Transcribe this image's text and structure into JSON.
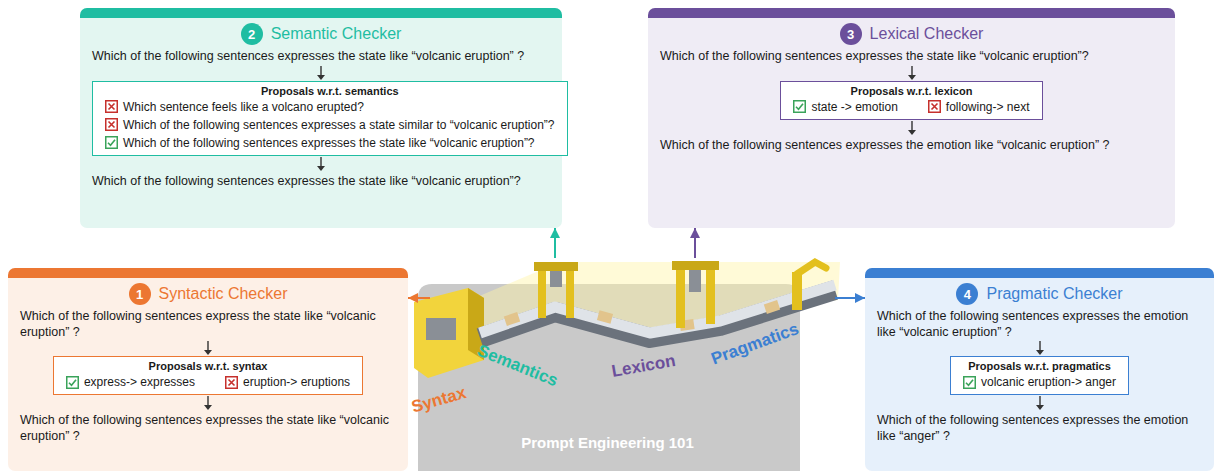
{
  "diagram": {
    "nodes": [
      {
        "text": [
          "Syntactic Checker",
          "Which of the following sentences express the state like “volcanic eruption” ?",
          "Which of the following sentences expresses the state like “volcanic eruption” ?"
        ]
      },
      {
        "text": [
          "1"
        ],
        "in": 0
      },
      {
        "text": [
          "Proposals w.r.t. syntax",
          "express-> expresses",
          "eruption-> eruptions"
        ],
        "in": 0
      },
      {
        "text": [
          "Semantic Checker",
          "Which of the following sentences expresses the state like “volcanic eruption” ?",
          "Which of the following sentences expresses the state like “volcanic eruption”?"
        ]
      },
      {
        "text": [
          "2"
        ],
        "in": 3
      },
      {
        "text": [
          "Proposals w.r.t. semantics",
          "Which sentence feels like a volcano erupted?",
          "Which of the following sentences expresses a state similar to “volcanic eruption”?",
          "Which of the following sentences expresses the state like “volcanic eruption”?"
        ],
        "in": 3
      },
      {
        "text": [
          "Lexical Checker",
          "Which of the following sentences expresses the state like “volcanic eruption”?",
          "Which of the following sentences expresses the emotion like “volcanic eruption” ?"
        ]
      },
      {
        "text": [
          "3"
        ],
        "in": 6
      },
      {
        "text": [
          "Proposals w.r.t. lexicon",
          "state -> emotion",
          "following-> next"
        ],
        "in": 6
      },
      {
        "text": [
          "Pragmatic Checker",
          "Which of the following sentences expresses the emotion like “volcanic eruption” ?",
          "Which of the following sentences expresses the emotion like “anger” ?"
        ]
      },
      {
        "text": [
          "4"
        ],
        "in": 9
      },
      {
        "text": [
          "Proposals w.r.t. pragmatics",
          "volcanic eruption-> anger"
        ],
        "in": 9
      },
      {
        "text": [
          "Prompt Engineering 101"
        ]
      }
    ],
    "edges": [
      {
        "from": 12,
        "to": 0,
        "arrow": "to"
      },
      {
        "from": 12,
        "to": 3,
        "arrow": "to"
      },
      {
        "from": 12,
        "to": 6,
        "arrow": "to"
      },
      {
        "from": 12,
        "to": 9,
        "arrow": "to"
      }
    ],
    "labels": [
      "Syntax",
      "Semantics",
      "Lexicon",
      "Pragmatics"
    ]
  }
}
